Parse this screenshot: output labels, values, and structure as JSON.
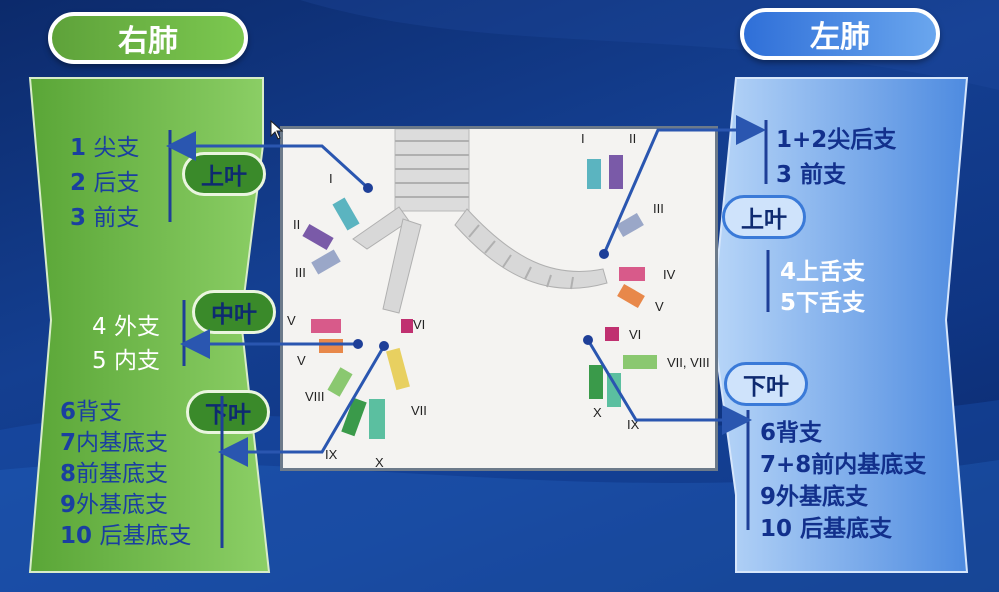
{
  "right_lung": {
    "title": "右肺",
    "upper_lobe": "上叶",
    "middle_lobe": "中叶",
    "lower_lobe": "下叶",
    "upper": [
      {
        "num": "1",
        "name": "尖支"
      },
      {
        "num": "2",
        "name": "后支"
      },
      {
        "num": "3",
        "name": "前支"
      }
    ],
    "middle": [
      {
        "num": "4",
        "name": "外支"
      },
      {
        "num": "5",
        "name": "内支"
      }
    ],
    "lower": [
      {
        "num": "6",
        "name": "背支"
      },
      {
        "num": "7",
        "name": "内基底支"
      },
      {
        "num": "8",
        "name": "前基底支"
      },
      {
        "num": "9",
        "name": "外基底支"
      },
      {
        "num": "10",
        "name": " 后基底支"
      }
    ]
  },
  "left_lung": {
    "title": "左肺",
    "upper_lobe": "上叶",
    "lower_lobe": "下叶",
    "upper": [
      {
        "num": "1+2",
        "name": "尖后支"
      },
      {
        "num": "3",
        "name": " 前支"
      }
    ],
    "lingula": [
      {
        "num": "4",
        "name": "上舌支"
      },
      {
        "num": "5",
        "name": "下舌支"
      }
    ],
    "lower": [
      {
        "num": "6",
        "name": "背支"
      },
      {
        "num": "7+8",
        "name": "前内基底支"
      },
      {
        "num": "9",
        "name": "外基底支"
      },
      {
        "num": "10",
        "name": " 后基底支"
      }
    ]
  },
  "diagram_labels": {
    "r1": "I",
    "r2": "II",
    "r3": "III",
    "r5": "V",
    "r5b": "V",
    "r6": "VI",
    "r7": "VII",
    "r8": "VIII",
    "r9": "IX",
    "r10": "X",
    "l1": "I",
    "l2": "II",
    "l3": "III",
    "l4": "IV",
    "l5": "V",
    "l6": "VI",
    "l78": "VII, VIII",
    "l9": "IX",
    "l10": "X"
  },
  "colors": {
    "right_panel": "#6bb84a",
    "left_panel": "#8ab8f0",
    "arrow": "#2a56b0",
    "background": "#143f91"
  }
}
